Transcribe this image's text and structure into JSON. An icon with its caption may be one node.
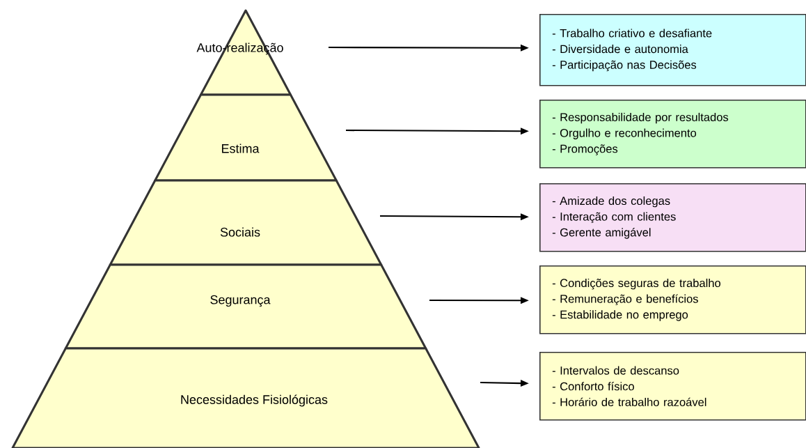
{
  "diagram": {
    "nodes": [
      {
        "text": [
          "Auto-realização"
        ]
      },
      {
        "text": [
          "Estima"
        ]
      },
      {
        "text": [
          "Sociais"
        ]
      },
      {
        "text": [
          "Segurança"
        ]
      },
      {
        "text": [
          "Necessidades Fisiológicas"
        ]
      },
      {
        "text": [
          "- Trabalho criativo e desafiante",
          "- Diversidade e autonomia",
          "- Participação nas Decisões"
        ]
      },
      {
        "text": [
          "- Responsabilidade por resultados",
          "- Orgulho e reconhecimento",
          "- Promoções"
        ]
      },
      {
        "text": [
          "- Amizade dos colegas",
          "- Interação com clientes",
          "- Gerente amigável"
        ]
      },
      {
        "text": [
          "- Condições seguras de trabalho",
          "- Remuneração e benefícios",
          "- Estabilidade no emprego"
        ]
      },
      {
        "text": [
          "- Intervalos de descanso",
          "- Conforto físico",
          "- Horário de trabalho razoável"
        ]
      }
    ],
    "edges": [
      {
        "from": 0,
        "to": 5,
        "arrow": "to"
      },
      {
        "from": 1,
        "to": 6,
        "arrow": "to"
      },
      {
        "from": 2,
        "to": 7,
        "arrow": "to"
      },
      {
        "from": 3,
        "to": 8,
        "arrow": "to"
      },
      {
        "from": 4,
        "to": 9,
        "arrow": "to"
      }
    ]
  }
}
